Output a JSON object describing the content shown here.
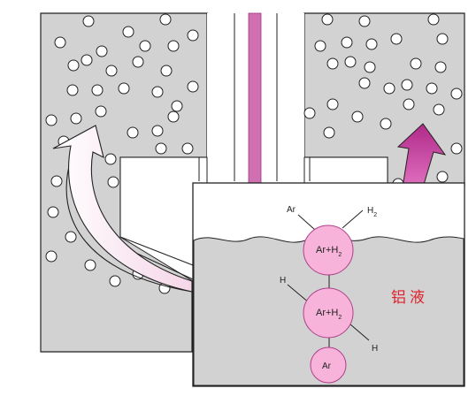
{
  "colors": {
    "chamber_gray": "#d2d2d2",
    "outline": "#222222",
    "pink_fill": "#f7b3d9",
    "pink_stroke": "#c8509a",
    "rod_pink": "#d070b0",
    "arrow_magenta": "#c0309a",
    "melt_label_red": "#e0202a",
    "white": "#ffffff"
  },
  "inset": {
    "bubbles": [
      {
        "label": "Ar+H",
        "sub": "2",
        "role": "surface-bubble"
      },
      {
        "label": "Ar+H",
        "sub": "2",
        "role": "middle-bubble"
      },
      {
        "label": "Ar",
        "sub": "",
        "role": "bottom-bubble"
      }
    ],
    "labels": {
      "ar_escape": "Ar",
      "h2_escape": "H",
      "h2_escape_sub": "2",
      "h_in_left": "H",
      "h_in_right": "H"
    },
    "melt_text": "铝液"
  }
}
